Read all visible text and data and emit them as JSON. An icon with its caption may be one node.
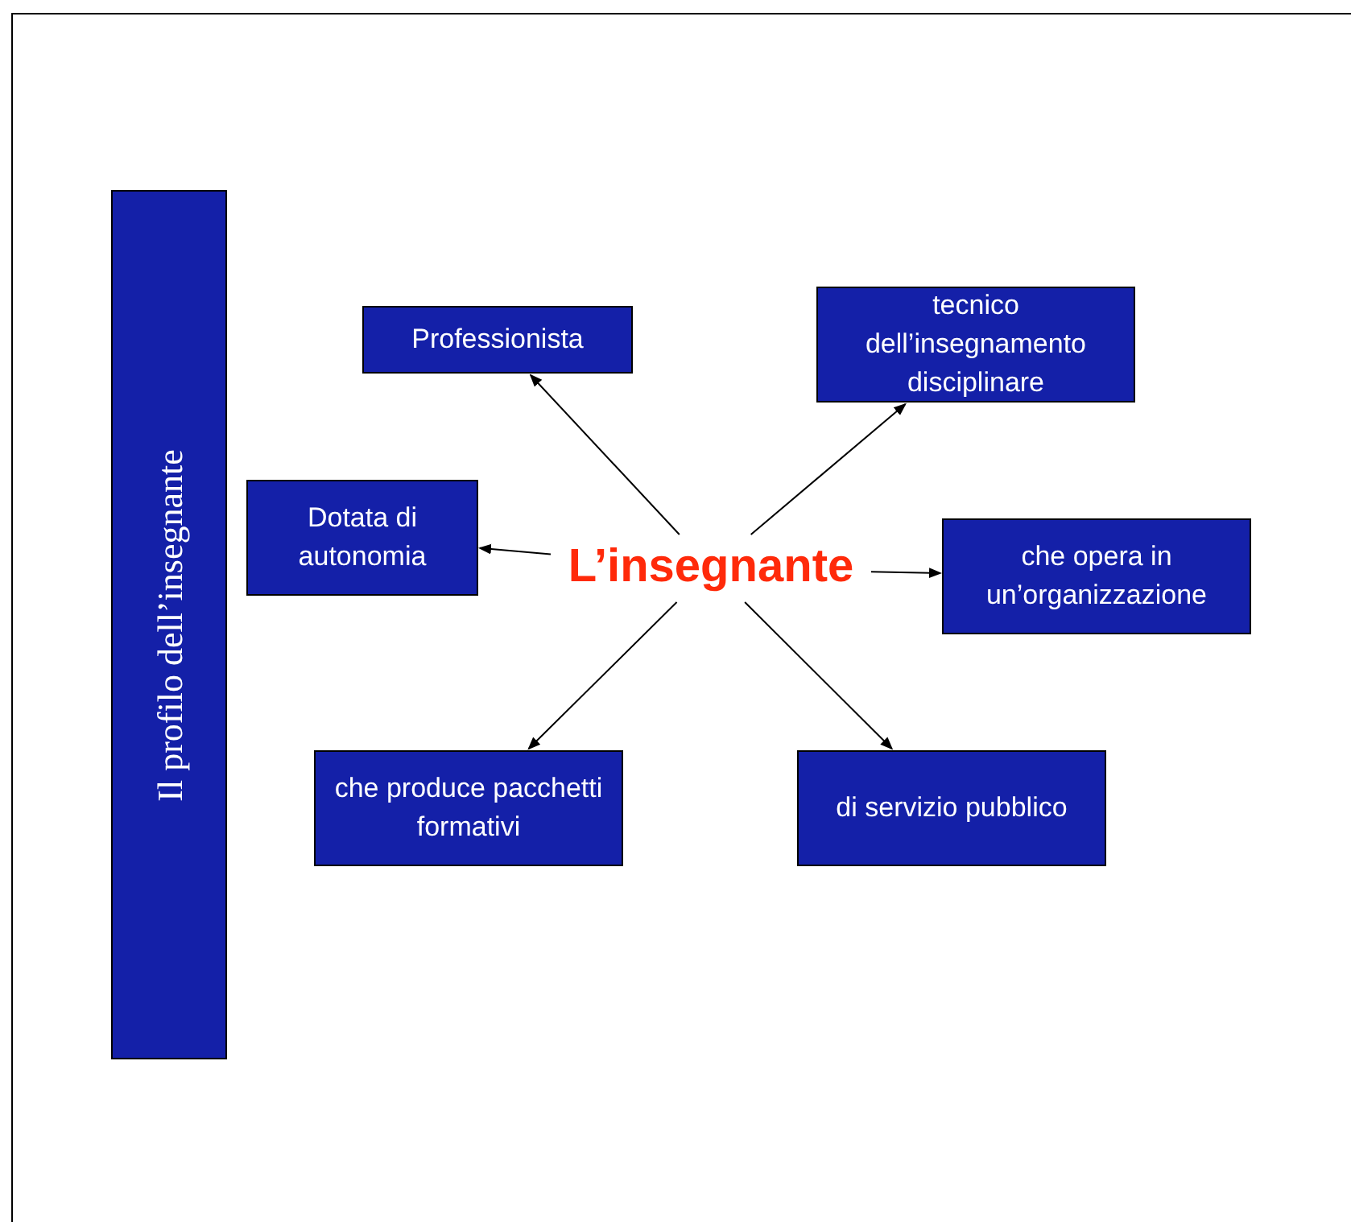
{
  "diagram": {
    "nodes": [
      {
        "text": [
          "Il profilo dell’insegnante"
        ]
      },
      {
        "text": [
          "L’insegnante"
        ]
      },
      {
        "text": [
          "Professionista"
        ]
      },
      {
        "text": [
          "tecnico dell’insegnamento disciplinare"
        ]
      },
      {
        "text": [
          "Dotata di autonomia"
        ]
      },
      {
        "text": [
          "che opera in un’organizzazione"
        ]
      },
      {
        "text": [
          "che produce pacchetti formativi"
        ]
      },
      {
        "text": [
          "di servizio pubblico"
        ]
      }
    ],
    "edges": [
      {
        "from": 1,
        "to": 2,
        "arrow": "to"
      },
      {
        "from": 1,
        "to": 3,
        "arrow": "to"
      },
      {
        "from": 1,
        "to": 4,
        "arrow": "to"
      },
      {
        "from": 1,
        "to": 5,
        "arrow": "to"
      },
      {
        "from": 1,
        "to": 6,
        "arrow": "to"
      },
      {
        "from": 1,
        "to": 7,
        "arrow": "to"
      }
    ]
  }
}
